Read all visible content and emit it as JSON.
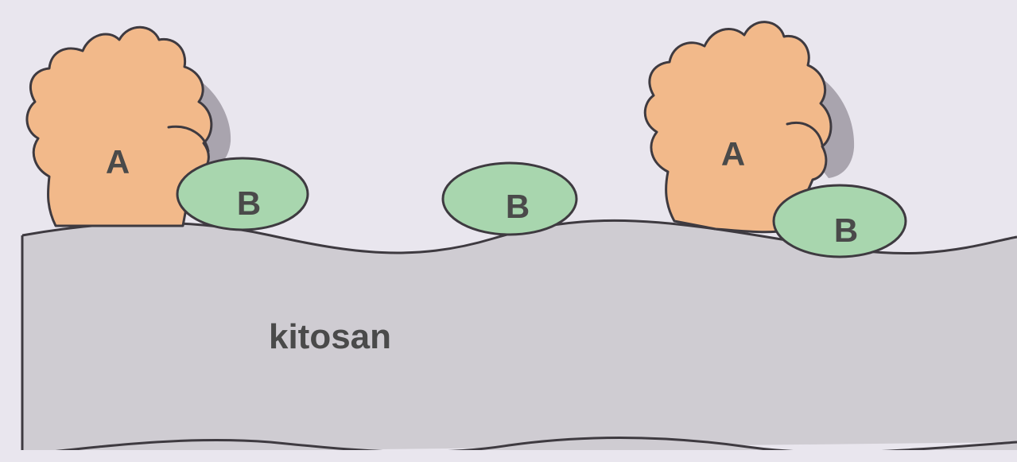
{
  "diagram": {
    "substrate_label": "kitosan",
    "molecules": [
      {
        "name": "molecule-a-1",
        "label": "A"
      },
      {
        "name": "molecule-b-1",
        "label": "B"
      },
      {
        "name": "molecule-b-2",
        "label": "B"
      },
      {
        "name": "molecule-a-2",
        "label": "A"
      },
      {
        "name": "molecule-b-3",
        "label": "B"
      }
    ]
  },
  "colors": {
    "background": "#e9e6ee",
    "substrate": "#cfccd2",
    "molecule_a": "#f2b98a",
    "molecule_b": "#a8d6ae",
    "shadow": "#a9a4ae",
    "outline": "#3e3a40"
  }
}
